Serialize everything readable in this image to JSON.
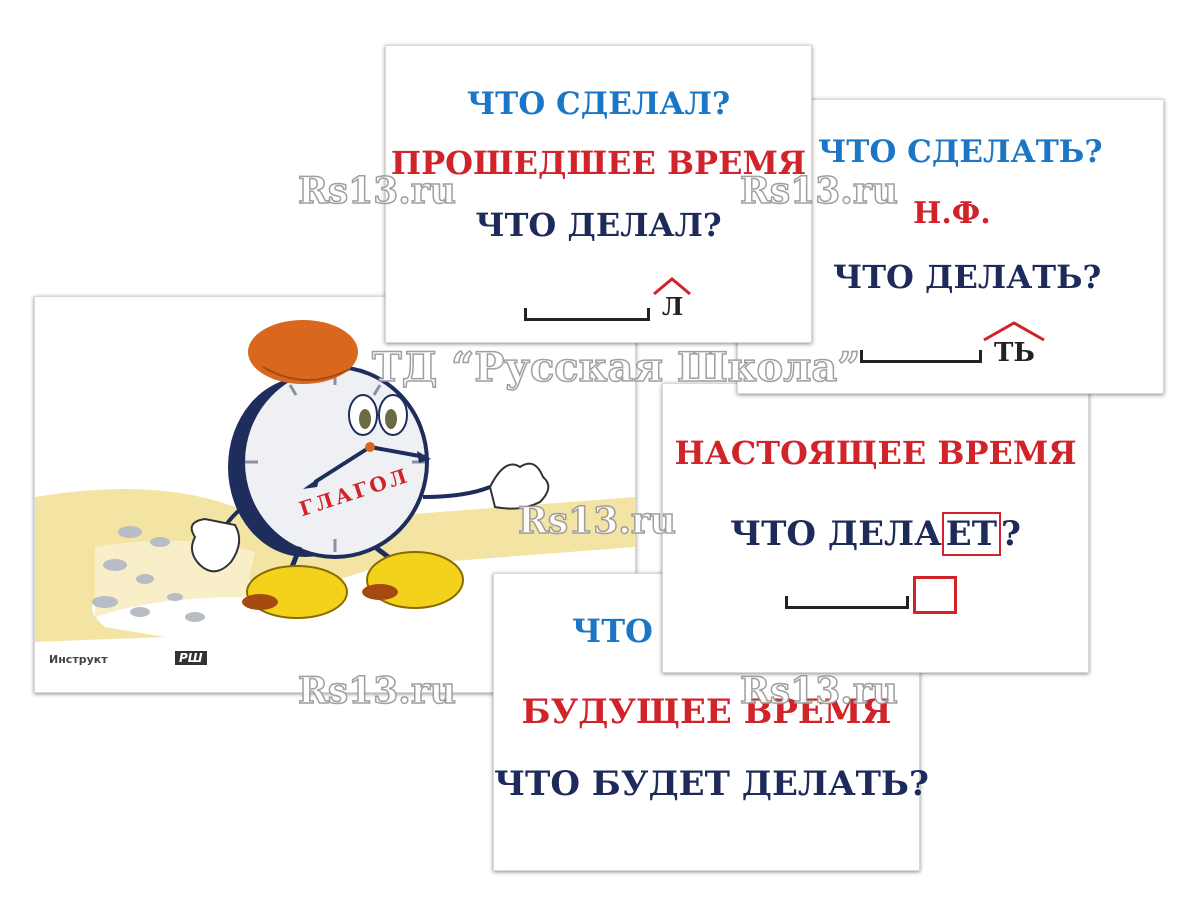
{
  "card_past": {
    "q1": "ЧТО СДЕЛАЛ?",
    "tense": "ПРОШЕДШЕЕ ВРЕМЯ",
    "q2": "ЧТО ДЕЛАЛ?",
    "suffix": "Л"
  },
  "card_infinitive": {
    "q1": "ЧТО СДЕЛАТЬ?",
    "tense": "Н.Ф.",
    "q2": "ЧТО ДЕЛАТЬ?",
    "suffix": "ТЬ"
  },
  "card_present": {
    "tense": "НАСТОЯЩЕЕ ВРЕМЯ",
    "q_stem": "ЧТО ДЕЛА",
    "q_ending": "ЕТ",
    "q_end": "?"
  },
  "card_future": {
    "q1_partial": "ЧТО С",
    "tense": "БУДУЩЕЕ ВРЕМЯ",
    "q2": "ЧТО БУДЕТ ДЕЛАТЬ?"
  },
  "card_mascot": {
    "dial_text": "ГЛАГОЛ",
    "logo_left": "Инструкт",
    "logo_right": "РШ"
  },
  "watermarks": {
    "site": "Rs13.ru",
    "publisher": "ТД “Русская Школа”"
  },
  "colors": {
    "blue": "#1b76c6",
    "red": "#d0232a",
    "navy": "#1d2a5a",
    "clock_body": "#1f2d5c",
    "beret": "#d9671e",
    "shoes": "#f2d21b",
    "road": "#f3e4a3"
  }
}
